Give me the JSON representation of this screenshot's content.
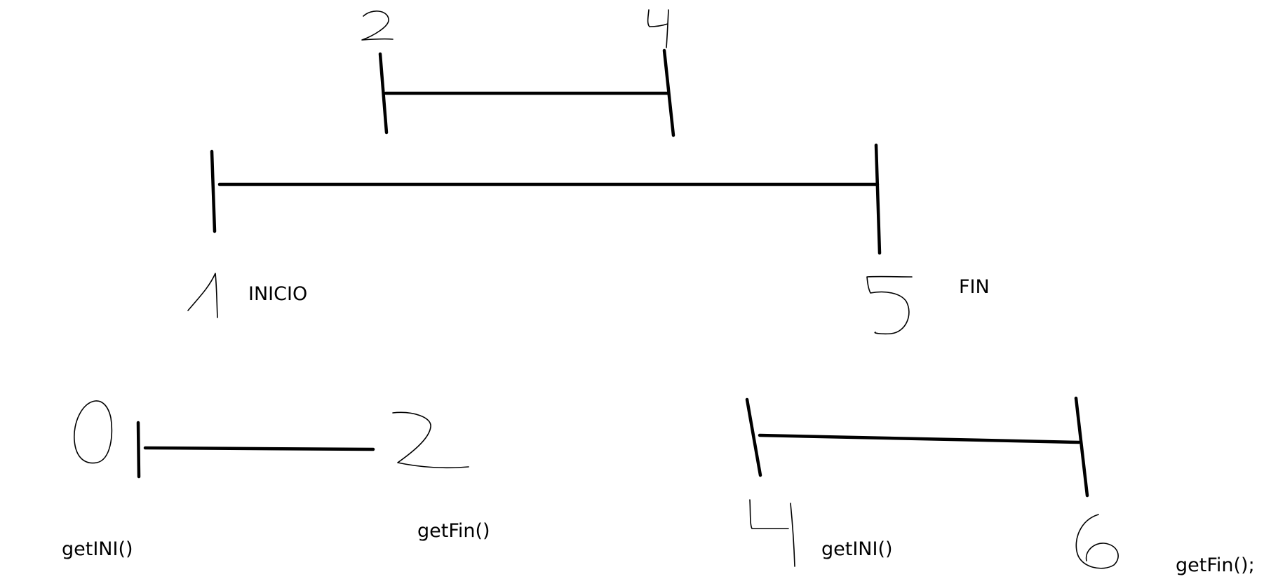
{
  "labels": {
    "inicio": "INICIO",
    "fin": "FIN",
    "left_get_ini": "getINI()",
    "left_get_fin": "getFin()",
    "right_get_ini": "getINI()",
    "right_get_fin": "getFin();"
  },
  "numbers": {
    "top_start": "2",
    "top_end": "4",
    "main_start": "1",
    "main_end": "5",
    "left_start": "0",
    "left_end": "2",
    "right_start": "4",
    "right_end": "6"
  }
}
